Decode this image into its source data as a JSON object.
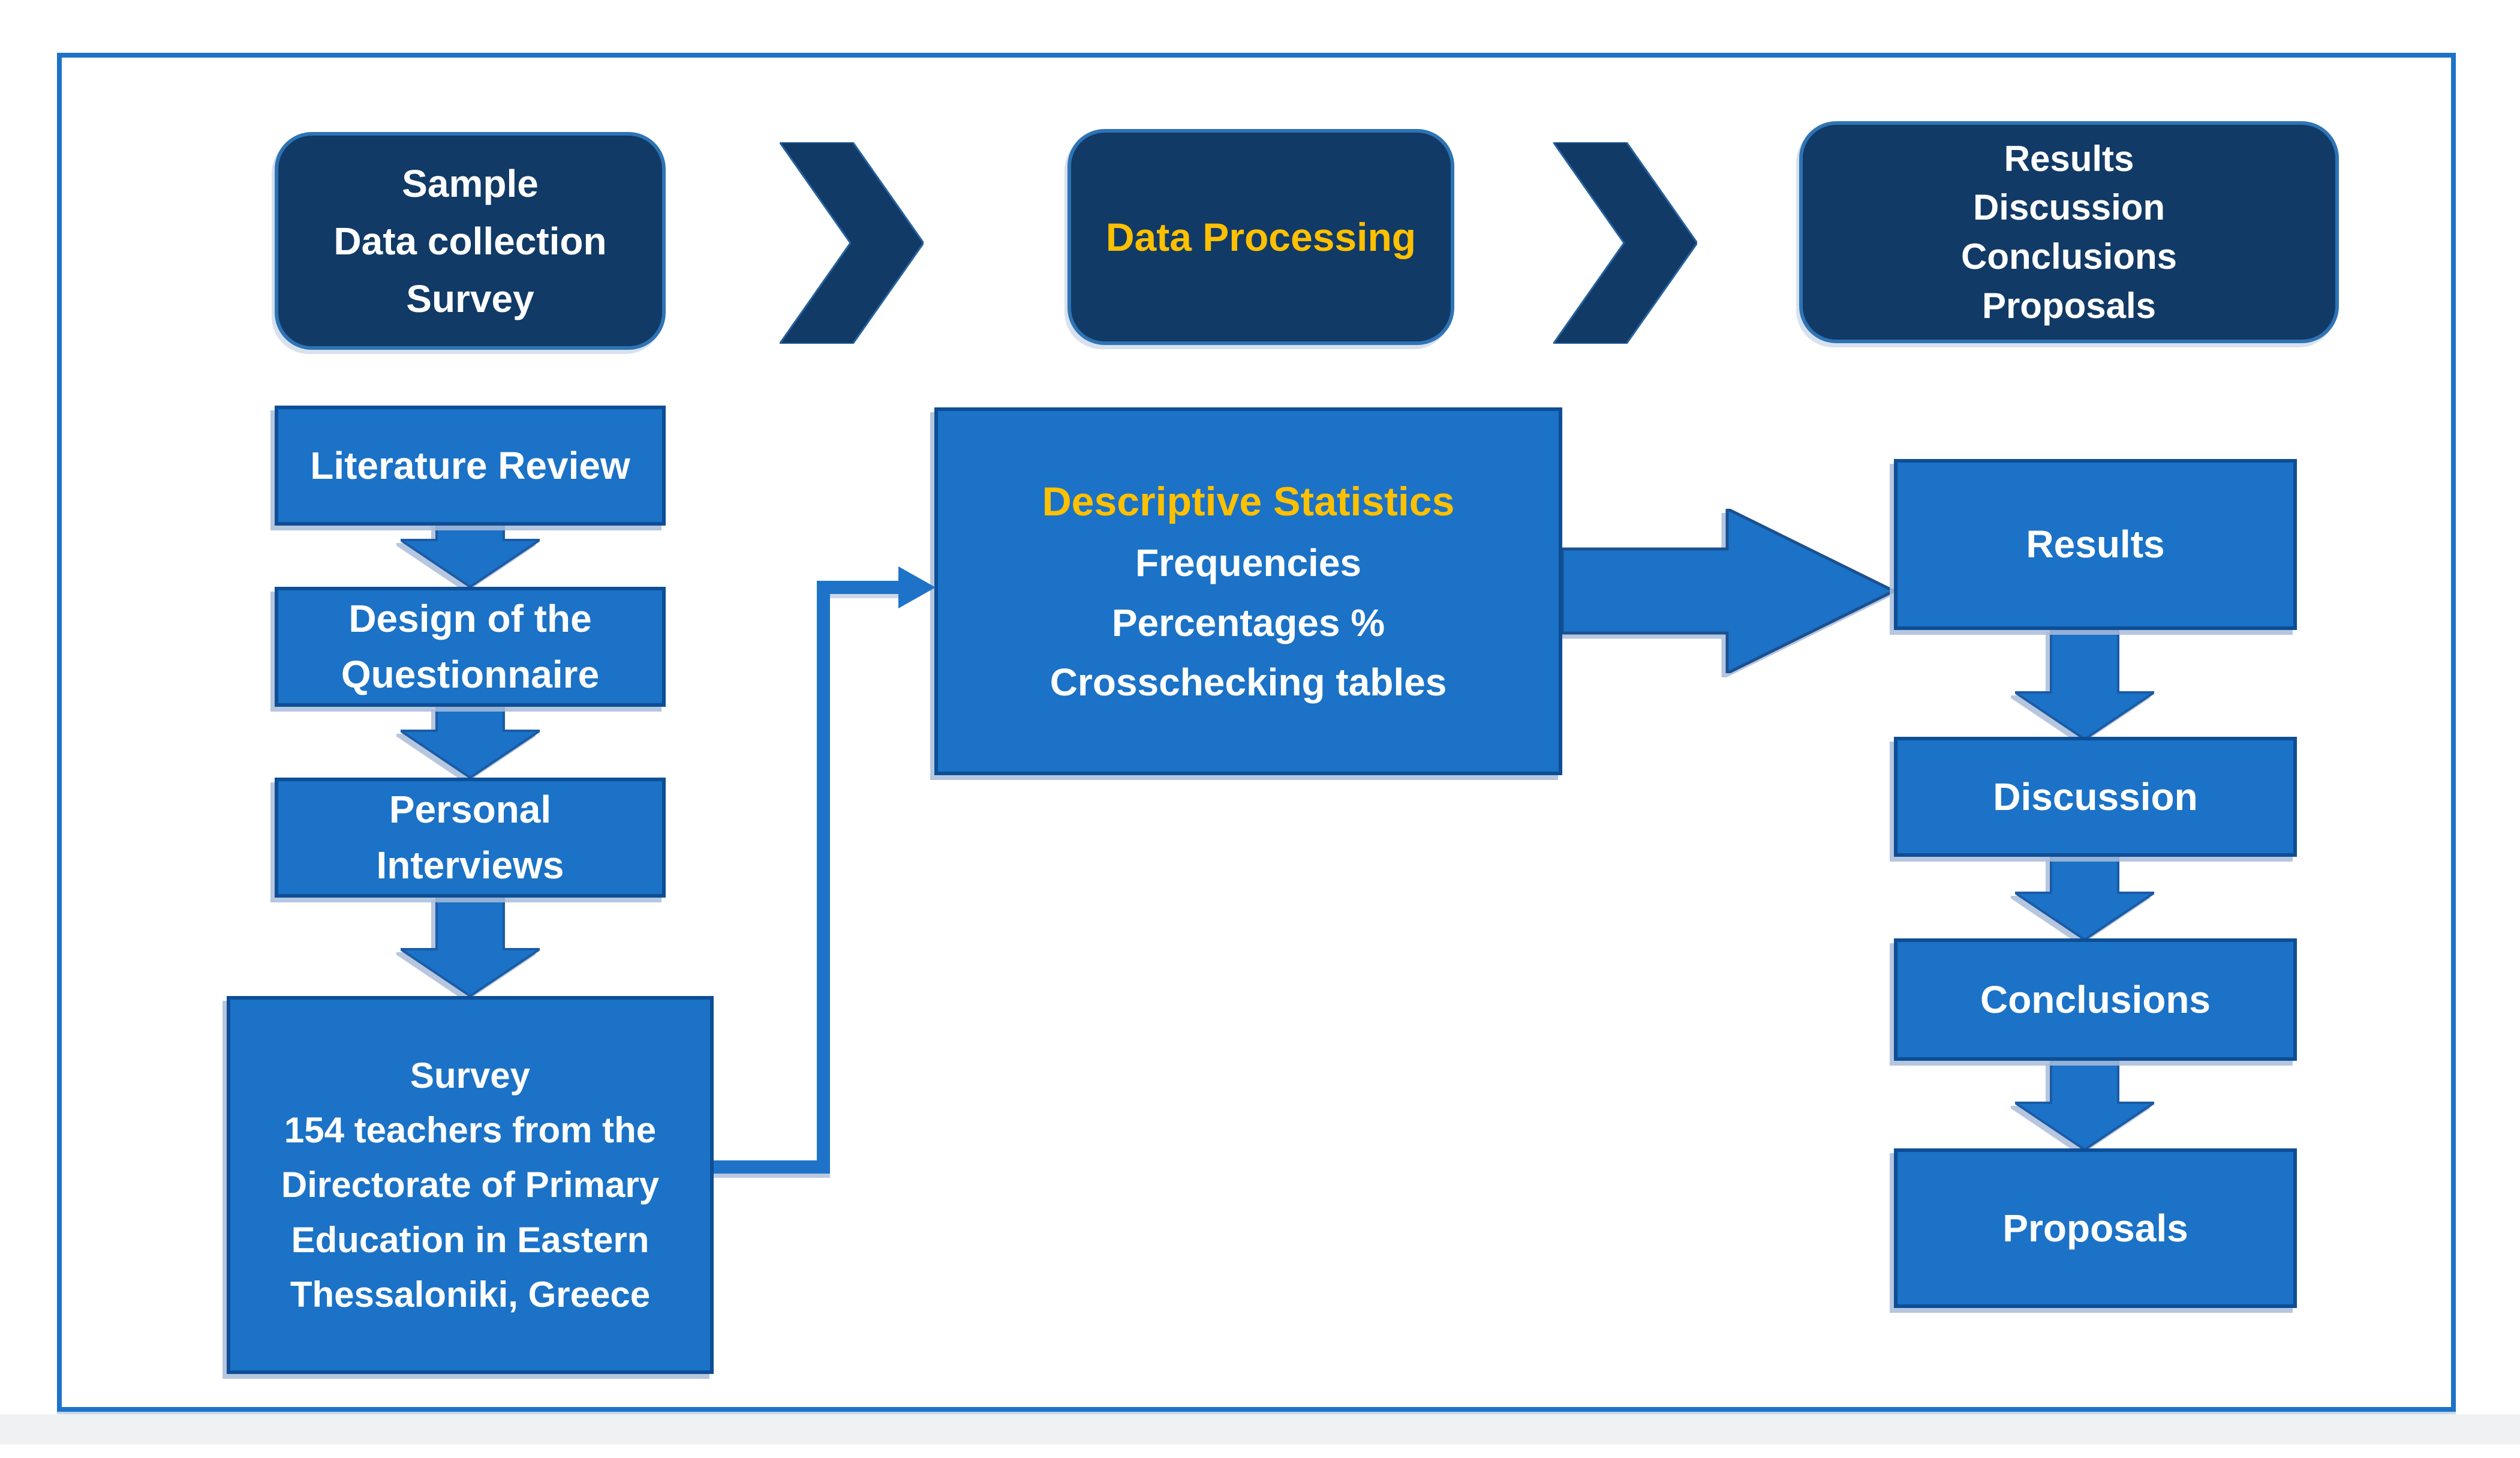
{
  "colors": {
    "dark_navy": "#113A66",
    "navy_border": "#2E74B5",
    "bright_blue": "#1B72C6",
    "blue_border": "#0D4E96",
    "gold_text": "#FFC000",
    "shadow_periwinkle": "#A9BCD9",
    "frame_border": "#1E73C8"
  },
  "stages": {
    "stage1": {
      "line1": "Sample",
      "line2": "Data collection",
      "line3": "Survey"
    },
    "stage2": {
      "line1": "Data Processing"
    },
    "stage3": {
      "line1": "Results",
      "line2": "Discussion",
      "line3": "Conclusions",
      "line4": "Proposals"
    }
  },
  "methodology": {
    "literature_review": "Literature Review",
    "questionnaire_design": {
      "line1": "Design of the",
      "line2": "Questionnaire"
    },
    "personal_interviews": {
      "line1": "Personal",
      "line2": "Interviews"
    },
    "survey": {
      "line1": "Survey",
      "line2": "154 teachers from the",
      "line3": "Directorate of Primary",
      "line4": "Education in Eastern",
      "line5": "Thessaloniki, Greece"
    }
  },
  "processing": {
    "title": "Descriptive Statistics",
    "line1": "Frequencies",
    "line2": "Percentages %",
    "line3": "Crosschecking tables"
  },
  "outputs": {
    "results": "Results",
    "discussion": "Discussion",
    "conclusions": "Conclusions",
    "proposals": "Proposals"
  }
}
